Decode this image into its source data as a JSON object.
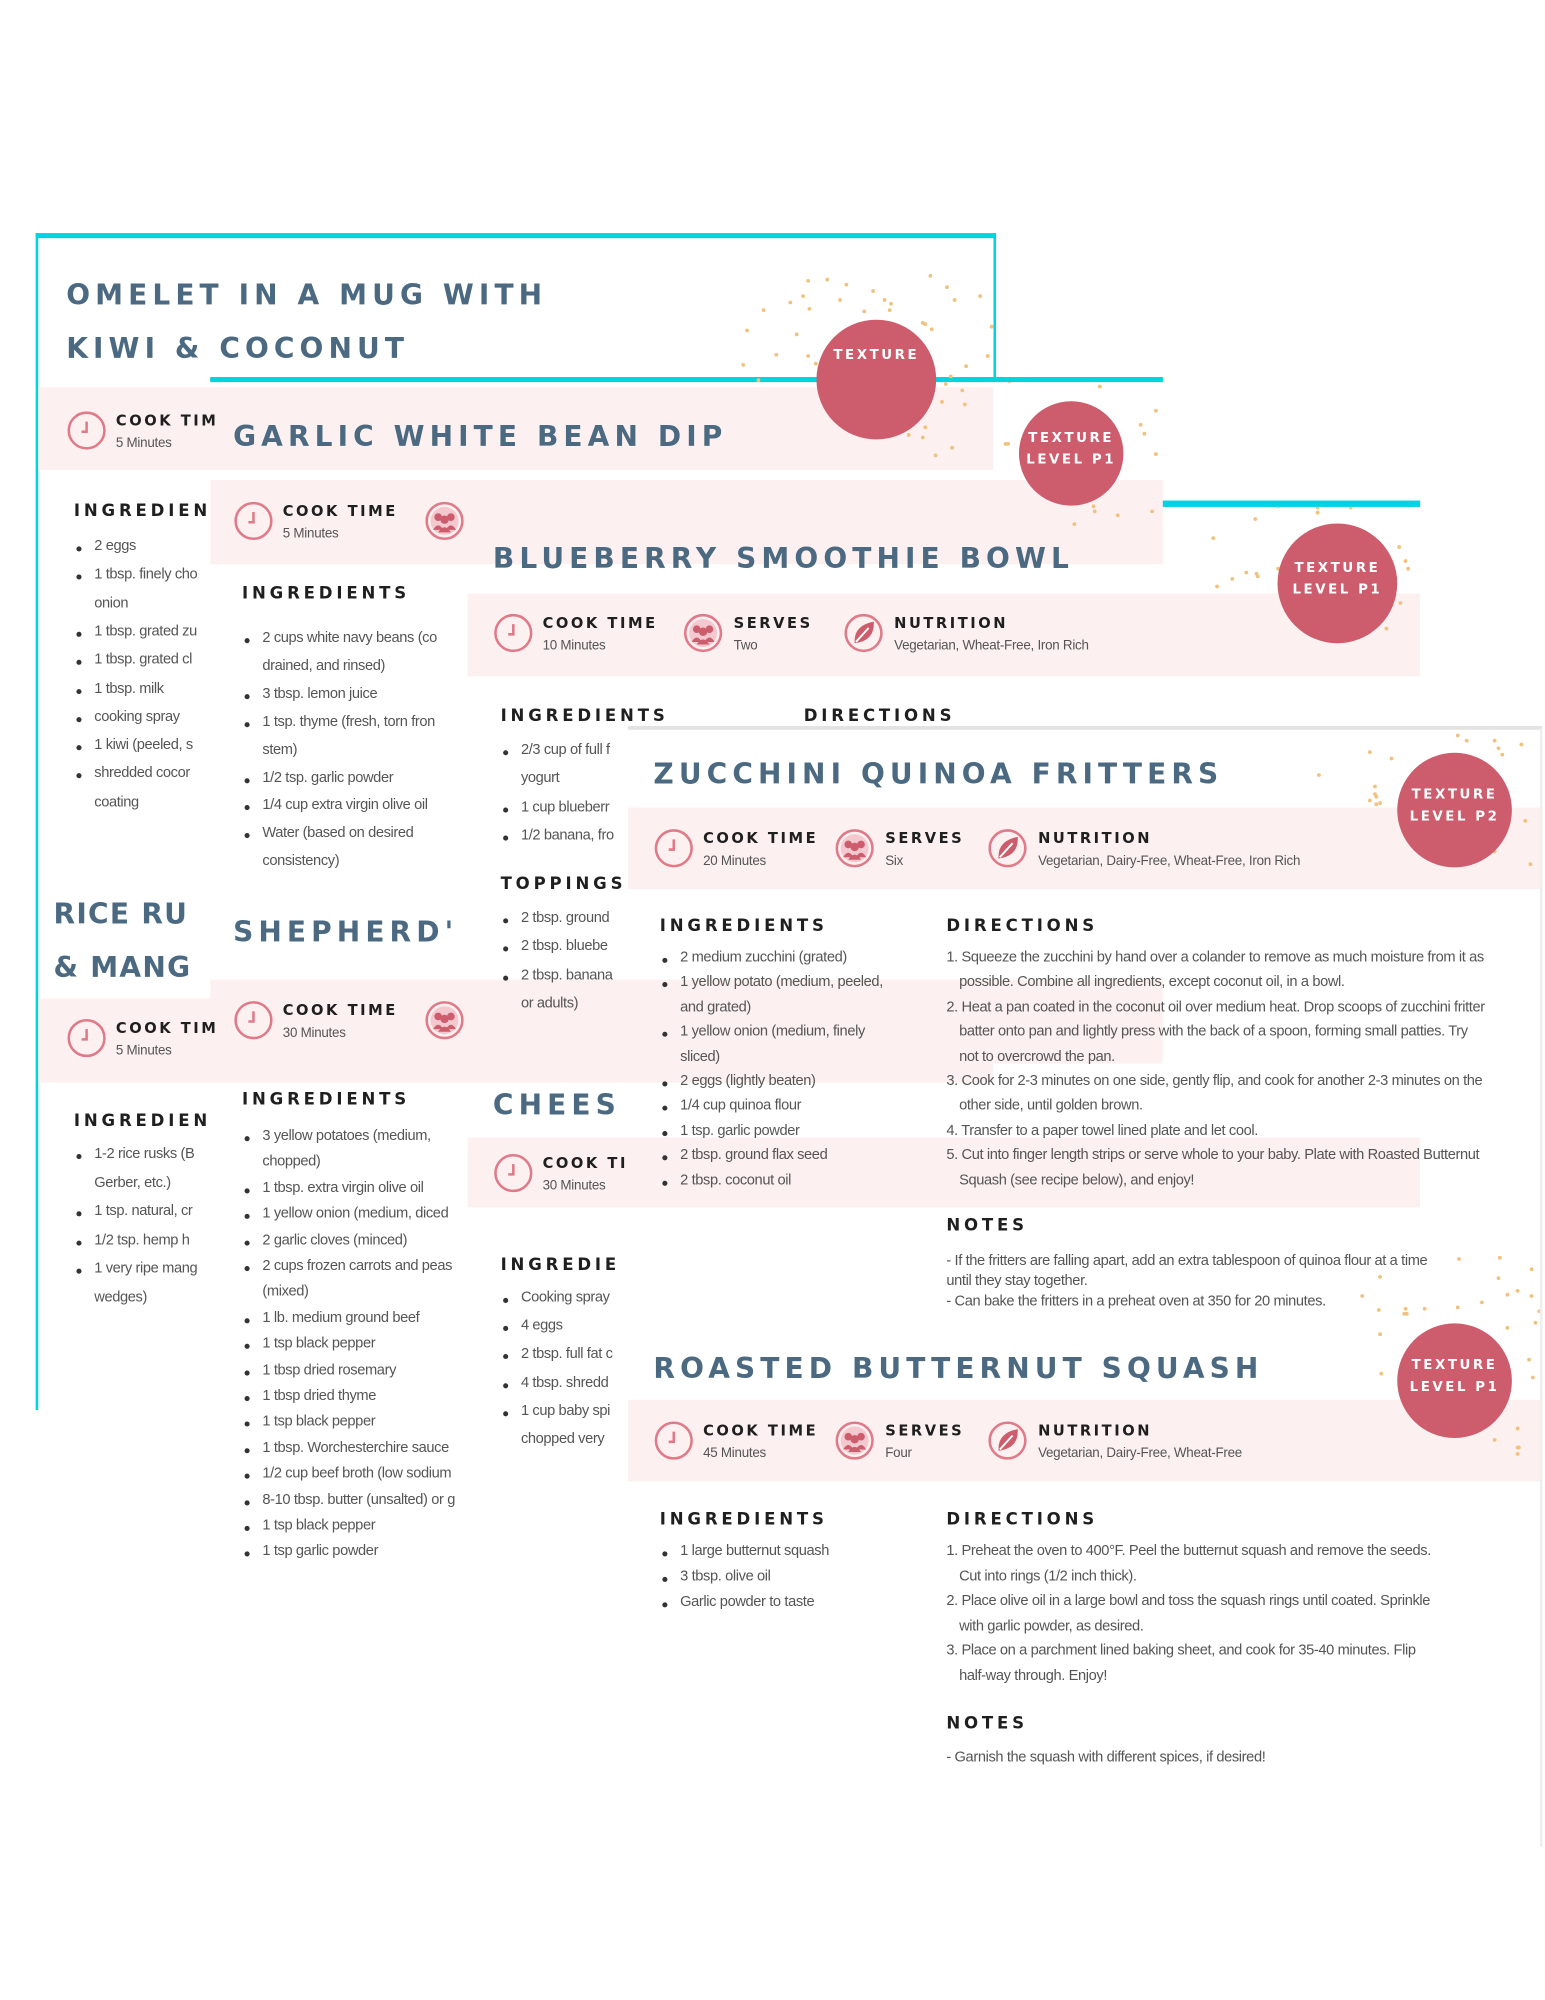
{
  "colors": {
    "accent_border": "#00d4e0",
    "title": "#4b6a82",
    "badge": "#cd5c6c",
    "band": "#fcf0f0",
    "dots": "#f1c27f"
  },
  "cards": [
    {
      "recipes": [
        {
          "title_lines": [
            "OMELET IN A MUG WITH",
            "KIWI & COCONUT"
          ],
          "badge": [
            "TEXTURE"
          ],
          "cook_time_label": "COOK TIM",
          "cook_time": "5 Minutes",
          "sections": [
            {
              "heading": "INGREDIEN",
              "items": [
                [
                  "2 eggs"
                ],
                [
                  "1 tbsp. finely cho",
                  "onion"
                ],
                [
                  "1 tbsp. grated zu"
                ],
                [
                  "1 tbsp. grated cl"
                ],
                [
                  "1 tbsp. milk"
                ],
                [
                  "cooking spray"
                ],
                [
                  "1 kiwi (peeled, s"
                ],
                [
                  "shredded cocor",
                  "coating"
                ]
              ]
            }
          ]
        },
        {
          "title_lines": [
            "RICE RU",
            "& MANG"
          ],
          "cook_time_label": "COOK TIM",
          "cook_time": "5 Minutes",
          "sections": [
            {
              "heading": "INGREDIEN",
              "items": [
                [
                  "1-2 rice rusks (B",
                  "Gerber, etc.)"
                ],
                [
                  "1 tsp. natural, cr"
                ],
                [
                  "1/2 tsp. hemp h"
                ],
                [
                  "1 very ripe mang",
                  "wedges)"
                ]
              ]
            }
          ]
        }
      ]
    },
    {
      "recipes": [
        {
          "title_lines": [
            "GARLIC WHITE BEAN DIP"
          ],
          "badge": [
            "TEXTURE",
            "LEVEL P1"
          ],
          "cook_time_label": "COOK TIME",
          "cook_time": "5 Minutes",
          "sections": [
            {
              "heading": "INGREDIENTS",
              "items": [
                [
                  "2 cups white navy beans (co",
                  "drained, and rinsed)"
                ],
                [
                  "3 tbsp. lemon juice"
                ],
                [
                  "1 tsp. thyme (fresh, torn fron",
                  "stem)"
                ],
                [
                  "1/2 tsp. garlic powder"
                ],
                [
                  "1/4 cup extra virgin olive oil"
                ],
                [
                  "Water (based on desired",
                  "consistency)"
                ]
              ]
            }
          ]
        },
        {
          "title_lines": [
            "SHEPHERD'"
          ],
          "cook_time_label": "COOK TIME",
          "cook_time": "30 Minutes",
          "sections": [
            {
              "heading": "INGREDIENTS",
              "items": [
                [
                  "3 yellow potatoes (medium,",
                  "chopped)"
                ],
                [
                  "1 tbsp. extra virgin olive oil"
                ],
                [
                  "1 yellow onion (medium, diced"
                ],
                [
                  "2 garlic cloves (minced)"
                ],
                [
                  "2 cups frozen carrots and peas",
                  "(mixed)"
                ],
                [
                  "1 lb. medium ground beef"
                ],
                [
                  "1 tsp black pepper"
                ],
                [
                  "1 tbsp dried rosemary"
                ],
                [
                  "1 tbsp dried thyme"
                ],
                [
                  "1 tsp black pepper"
                ],
                [
                  "1 tbsp. Worchesterchire sauce"
                ],
                [
                  "1/2 cup beef broth (low sodium"
                ],
                [
                  "8-10 tbsp. butter (unsalted) or g"
                ],
                [
                  "1 tsp black pepper"
                ],
                [
                  "1 tsp garlic powder"
                ]
              ]
            }
          ]
        }
      ]
    },
    {
      "recipes": [
        {
          "title_lines": [
            "BLUEBERRY SMOOTHIE BOWL"
          ],
          "badge": [
            "TEXTURE",
            "LEVEL P1"
          ],
          "cook_time_label": "COOK TIME",
          "cook_time": "10 Minutes",
          "serves_label": "SERVES",
          "serves": "Two",
          "nutrition_label": "NUTRITION",
          "nutrition": "Vegetarian, Wheat-Free, Iron Rich",
          "directions_heading": "DIRECTIONS",
          "sections": [
            {
              "heading": "INGREDIENTS",
              "items": [
                [
                  "2/3 cup of full f",
                  "yogurt"
                ],
                [
                  "1 cup blueberr"
                ],
                [
                  "1/2 banana, fro"
                ]
              ]
            },
            {
              "heading": "TOPPINGS",
              "items": [
                [
                  "2 tbsp. ground"
                ],
                [
                  "2 tbsp. bluebe"
                ],
                [
                  "2 tbsp. banana",
                  "or adults)"
                ]
              ]
            }
          ]
        },
        {
          "title_lines": [
            "CHEES"
          ],
          "cook_time_label": "COOK TI",
          "cook_time": "30 Minutes",
          "sections": [
            {
              "heading": "INGREDIE",
              "items": [
                [
                  "Cooking spray"
                ],
                [
                  "4 eggs"
                ],
                [
                  "2 tbsp. full fat c"
                ],
                [
                  "4 tbsp. shredd"
                ],
                [
                  "1 cup baby spi",
                  "chopped very"
                ]
              ]
            }
          ]
        }
      ]
    },
    {
      "recipes": [
        {
          "title_lines": [
            "ZUCCHINI QUINOA FRITTERS"
          ],
          "badge": [
            "TEXTURE",
            "LEVEL P2"
          ],
          "cook_time_label": "COOK TIME",
          "cook_time": "20 Minutes",
          "serves_label": "SERVES",
          "serves": "Six",
          "nutrition_label": "NUTRITION",
          "nutrition": "Vegetarian, Dairy-Free, Wheat-Free, Iron Rich",
          "sections": [
            {
              "heading": "INGREDIENTS",
              "items": [
                [
                  "2 medium zucchini (grated)"
                ],
                [
                  "1 yellow potato (medium, peeled,",
                  "and grated)"
                ],
                [
                  "1 yellow onion (medium, finely",
                  "sliced)"
                ],
                [
                  "2 eggs (lightly beaten)"
                ],
                [
                  "1/4 cup quinoa flour"
                ],
                [
                  "1 tsp. garlic powder"
                ],
                [
                  "2 tbsp. ground flax seed"
                ],
                [
                  "2 tbsp. coconut oil"
                ]
              ]
            }
          ],
          "directions_heading": "DIRECTIONS",
          "directions": [
            [
              "1. Squeeze the zucchini by hand over a colander to remove as much moisture from it as",
              "possible. Combine all ingredients, except coconut oil, in a bowl."
            ],
            [
              "2. Heat a pan coated in the coconut oil over medium heat. Drop scoops of zucchini fritter",
              "batter onto pan and lightly press with the back of a spoon, forming small patties. Try",
              "not to overcrowd the pan."
            ],
            [
              "3. Cook for 2-3 minutes on one side, gently flip, and cook for another 2-3 minutes on the",
              "other side, until golden brown."
            ],
            [
              "4. Transfer to a paper towel lined plate and let cool."
            ],
            [
              "5. Cut into finger length strips or serve whole to your baby. Plate with Roasted Butternut",
              "Squash (see recipe below), and enjoy!"
            ]
          ],
          "notes_heading": "NOTES",
          "notes": [
            "- If the fritters are falling apart, add an extra tablespoon of quinoa flour at a time",
            "until they stay together.",
            "- Can bake the fritters in a preheat oven at 350   for 20 minutes."
          ]
        },
        {
          "title_lines": [
            "ROASTED BUTTERNUT SQUASH"
          ],
          "badge": [
            "TEXTURE",
            "LEVEL P1"
          ],
          "cook_time_label": "COOK TIME",
          "cook_time": "45 Minutes",
          "serves_label": "SERVES",
          "serves": "Four",
          "nutrition_label": "NUTRITION",
          "nutrition": "Vegetarian, Dairy-Free, Wheat-Free",
          "sections": [
            {
              "heading": "INGREDIENTS",
              "items": [
                [
                  "1 large butternut squash"
                ],
                [
                  "3 tbsp. olive oil"
                ],
                [
                  "Garlic powder to taste"
                ]
              ]
            }
          ],
          "directions_heading": "DIRECTIONS",
          "directions": [
            [
              "1. Preheat the oven to 400°F. Peel the butternut squash and remove the seeds.",
              "Cut into rings (1/2 inch thick)."
            ],
            [
              "2. Place olive oil in a large bowl and toss the squash rings until coated. Sprinkle",
              "with garlic powder, as desired."
            ],
            [
              "3. Place on a parchment lined baking sheet, and cook for 35-40 minutes. Flip",
              "half-way through. Enjoy!"
            ]
          ],
          "notes_heading": "NOTES",
          "notes": [
            "- Garnish the squash with different spices, if desired!"
          ]
        }
      ]
    }
  ]
}
